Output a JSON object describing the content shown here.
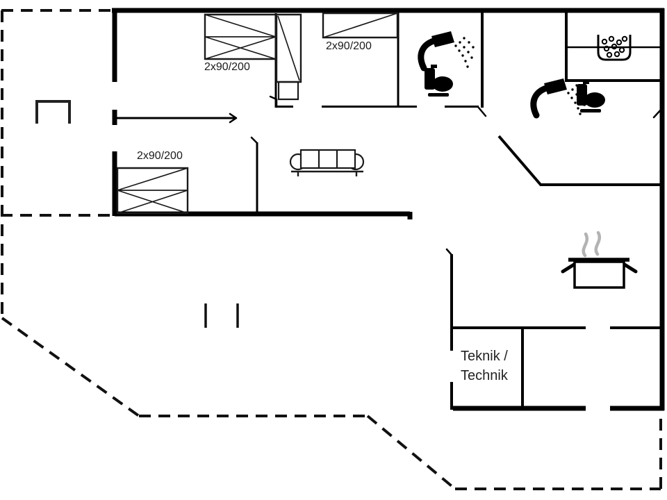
{
  "plan": {
    "colors": {
      "wall": "#000000",
      "line": "#1a1a1a",
      "steam": "#b3b3b3",
      "background": "#ffffff"
    },
    "labels": {
      "bed_top_left": "2x90/200",
      "bed_top_middle": "2x90/200",
      "bed_left": "2x90/200",
      "technik_line1": "Teknik /",
      "technik_line2": "Technik"
    },
    "icons": {
      "shower": "shower-icon",
      "toilet": "toilet-icon",
      "whirlpool_tub": "whirlpool-tub-icon",
      "cooking_pot": "cooking-pot-icon",
      "steam": "steam-icon",
      "double_bed": "double-bed-icon",
      "wardrobe": "wardrobe-icon",
      "sofa": "sofa-icon",
      "terrace_bench": "terrace-bench-icon"
    }
  }
}
